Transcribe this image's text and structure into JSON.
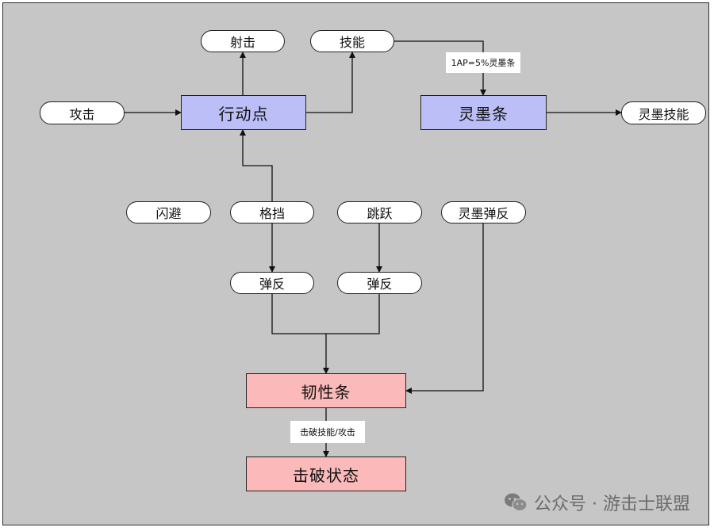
{
  "nodes": {
    "shoot": "射击",
    "skill": "技能",
    "attack": "攻击",
    "action_points": "行动点",
    "ink_bar": "灵墨条",
    "ink_skill": "灵墨技能",
    "dodge": "闪避",
    "block": "格挡",
    "jump": "跳跃",
    "ink_reflect": "灵墨弹反",
    "reflect_1": "弹反",
    "reflect_2": "弹反",
    "toughness_bar": "韧性条",
    "break_state": "击破状态"
  },
  "edge_labels": {
    "ap_to_ink": "1AP=5%灵墨条",
    "break_condition": "击破技能/攻击"
  },
  "watermark": {
    "text": "公众号 · 游击士联盟",
    "icon": "wechat-icon"
  },
  "colors": {
    "background": "#c6c6c6",
    "blue_node": "#bcbef8",
    "pink_node": "#fbb9ba",
    "line": "#111111"
  }
}
